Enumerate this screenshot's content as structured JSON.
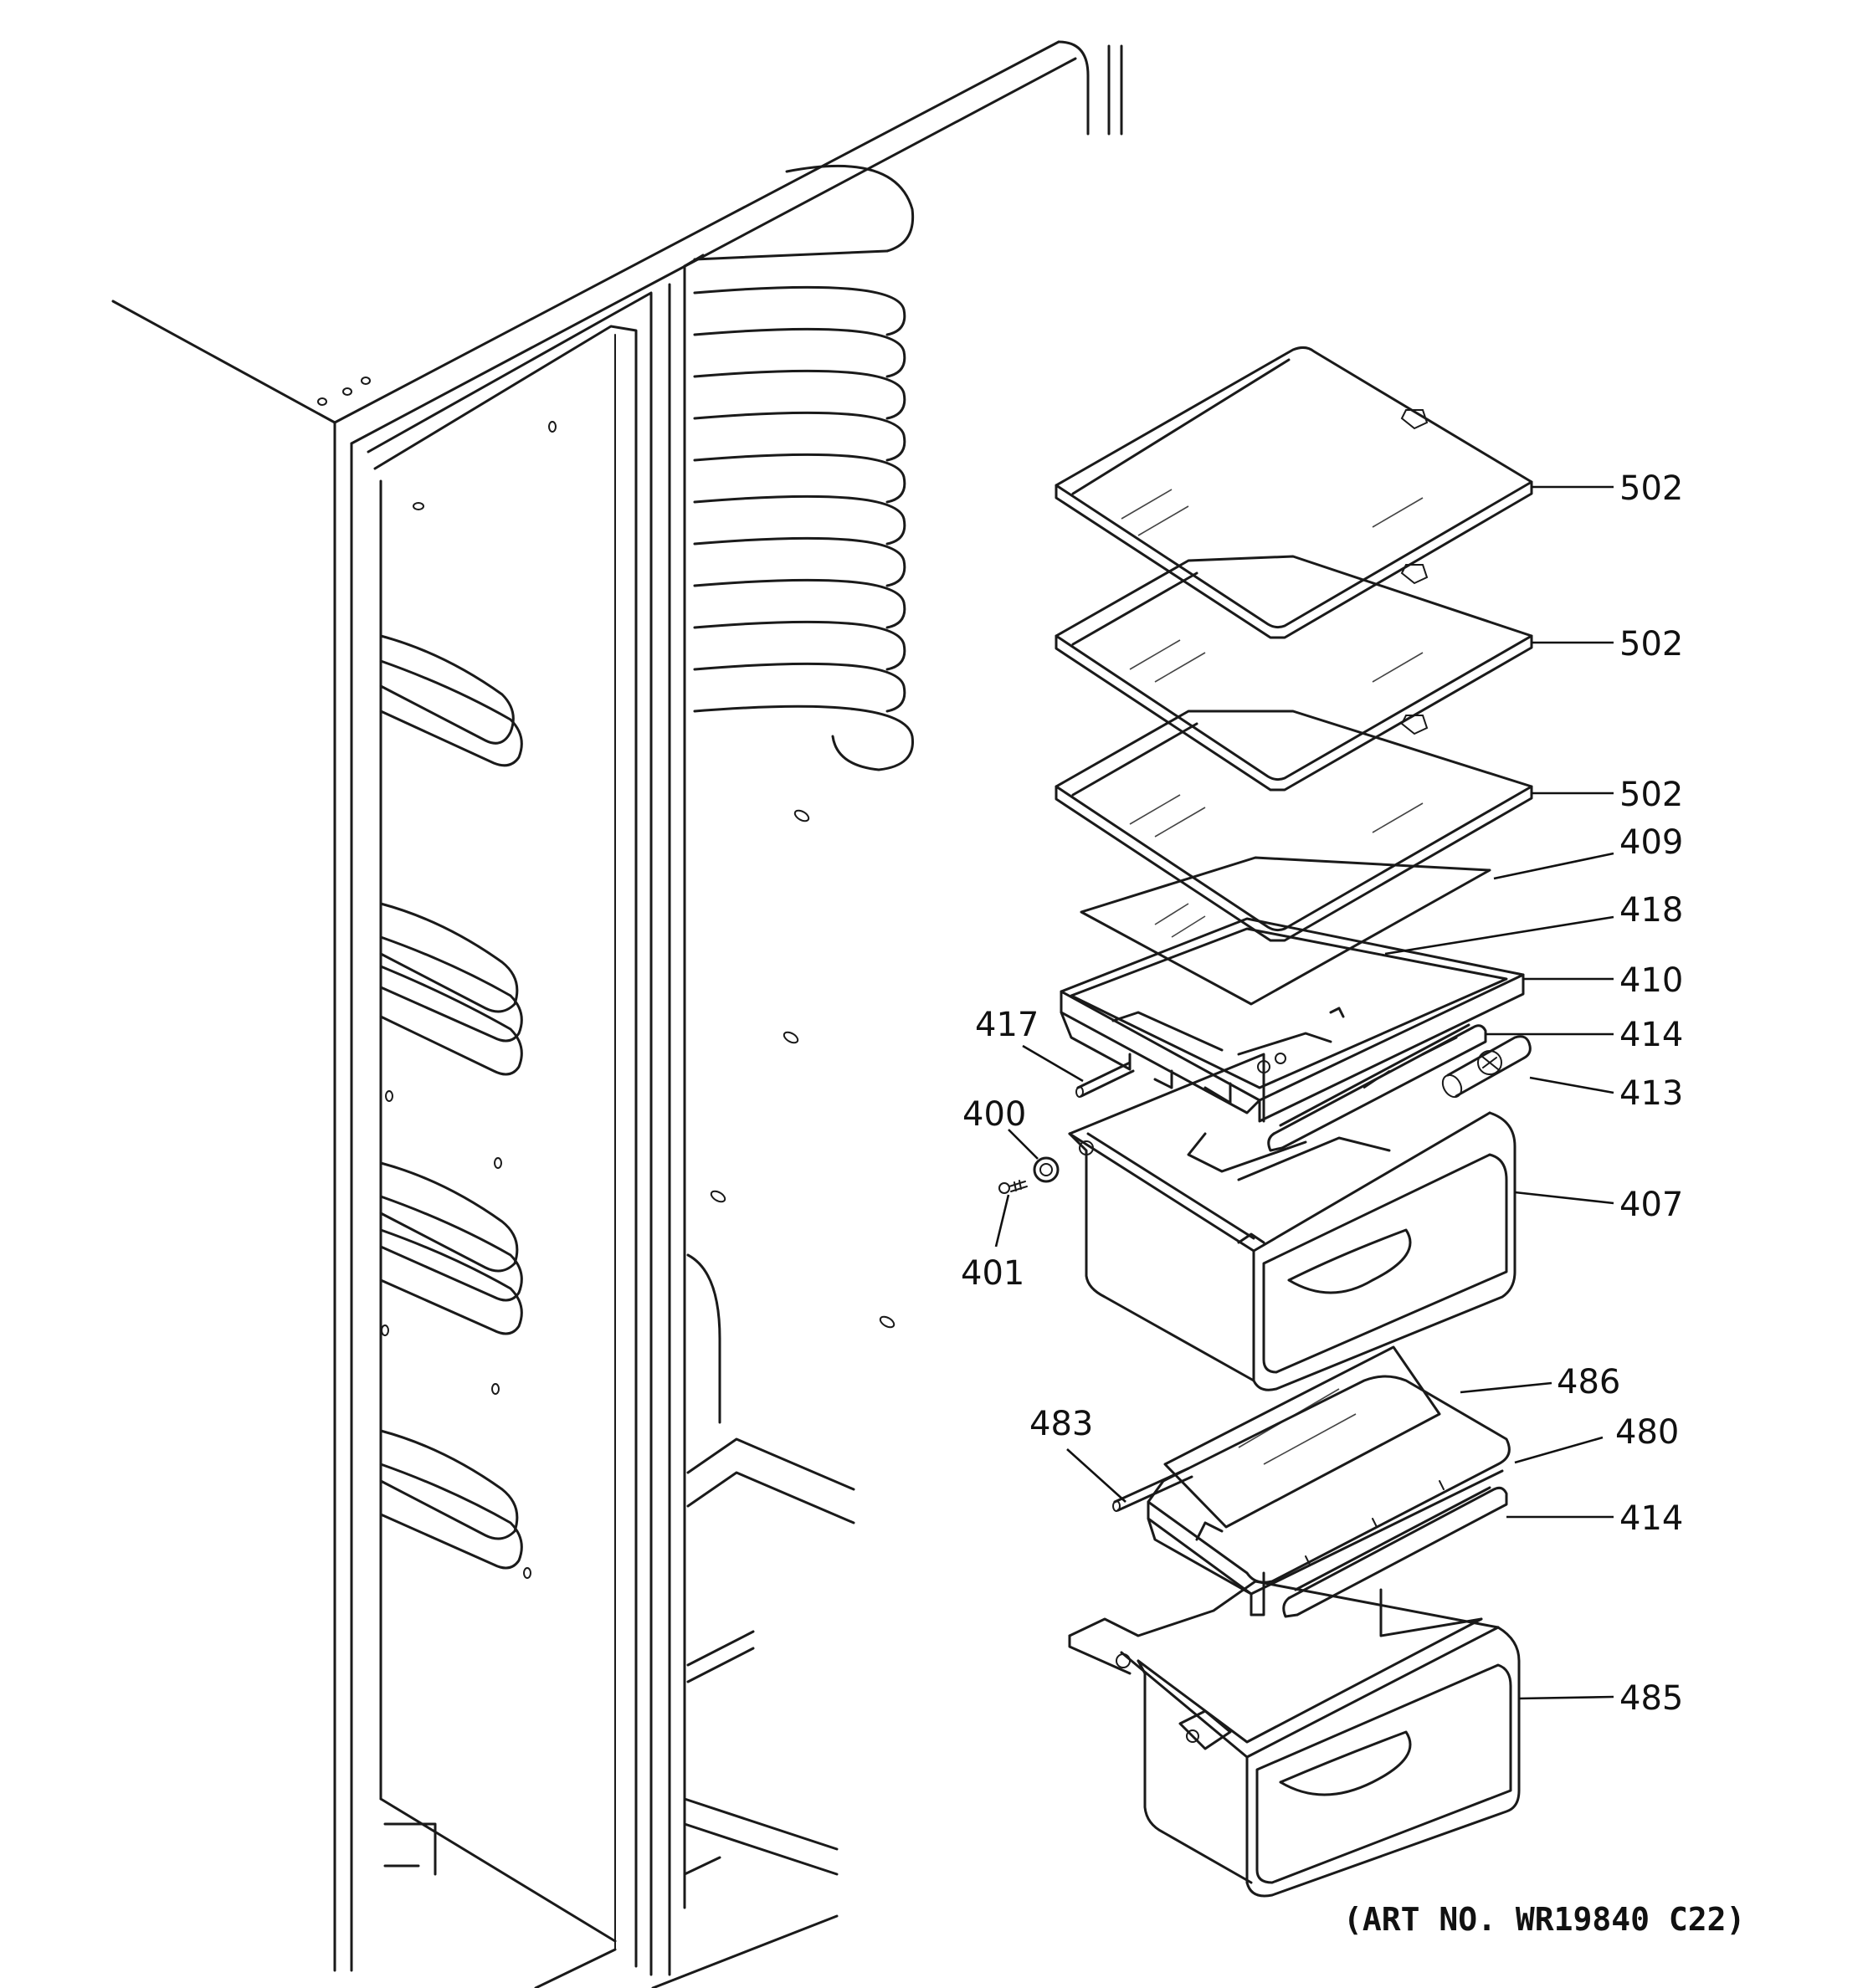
{
  "labels": {
    "l502a": "502",
    "l502b": "502",
    "l502c": "502",
    "l409": "409",
    "l418": "418",
    "l410": "410",
    "l414a": "414",
    "l413": "413",
    "l417": "417",
    "l400": "400",
    "l407": "407",
    "l401": "401",
    "l486": "486",
    "l483": "483",
    "l480": "480",
    "l414b": "414",
    "l485": "485"
  },
  "art_number": "(ART NO. WR19840 C22)"
}
